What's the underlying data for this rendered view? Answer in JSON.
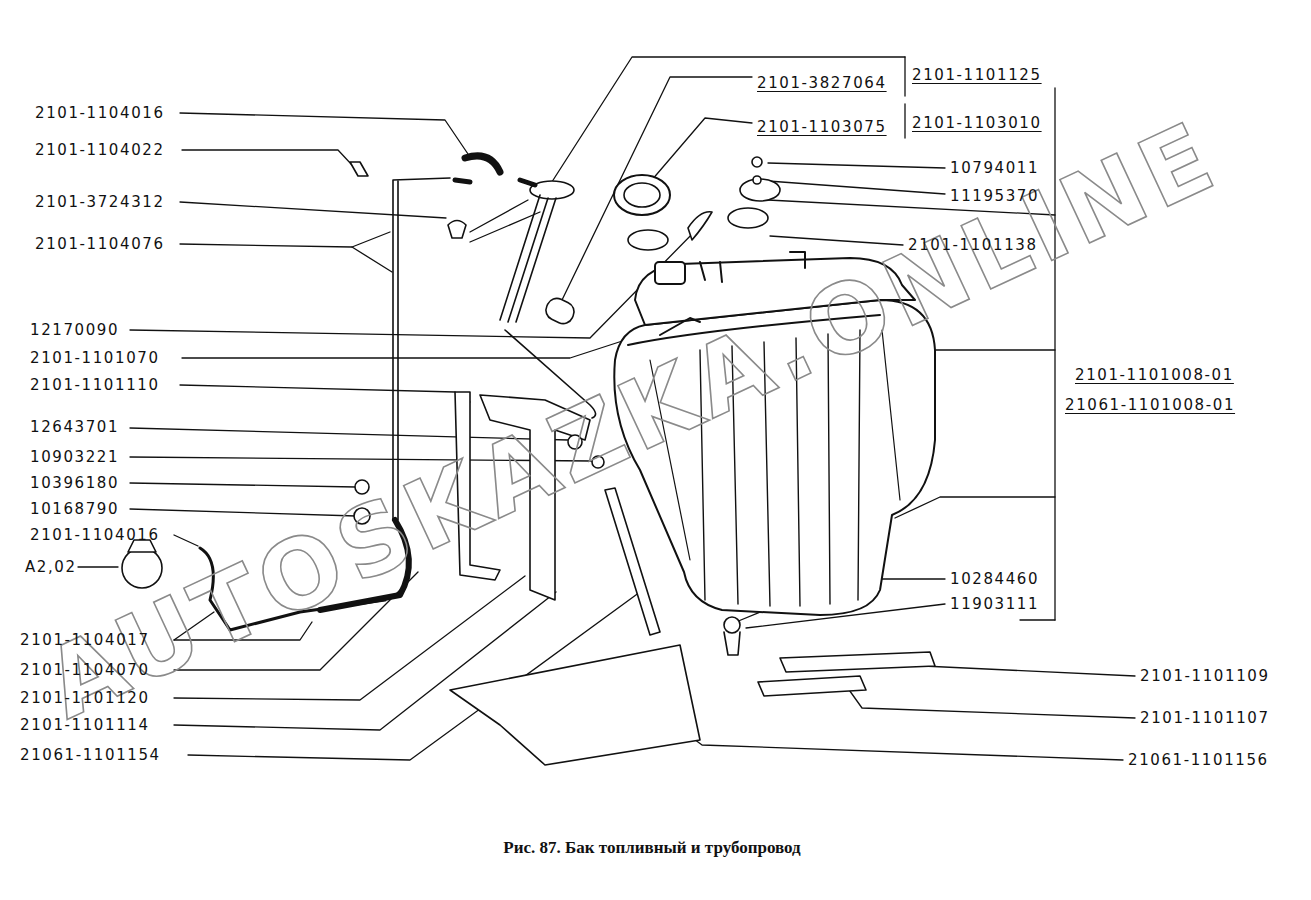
{
  "diagram": {
    "caption": "Рис. 87. Бак топливный и трубопровод",
    "labels": [
      "2101-3827064",
      "2101-1101125",
      "2101-1103075",
      "2101-1103010",
      "10794011",
      "11195370",
      "2101-1101138",
      "2101-1104016",
      "2101-1104022",
      "2101-3724312",
      "2101-1104076",
      "12170090",
      "2101-1101070",
      "2101-1101110",
      "12643701",
      "10903221",
      "10396180",
      "10168790",
      "2101-1104016",
      "А2,02",
      "2101-1104017",
      "2101-1104070",
      "2101-1101120",
      "2101-1101114",
      "21061-1101154",
      "2101-1101008-01",
      "21061-1101008-01",
      "10284460",
      "11903111",
      "2101-1101109",
      "2101-1101107",
      "21061-1101156",
      "AUTOSKAZKA.ONLINE"
    ]
  }
}
